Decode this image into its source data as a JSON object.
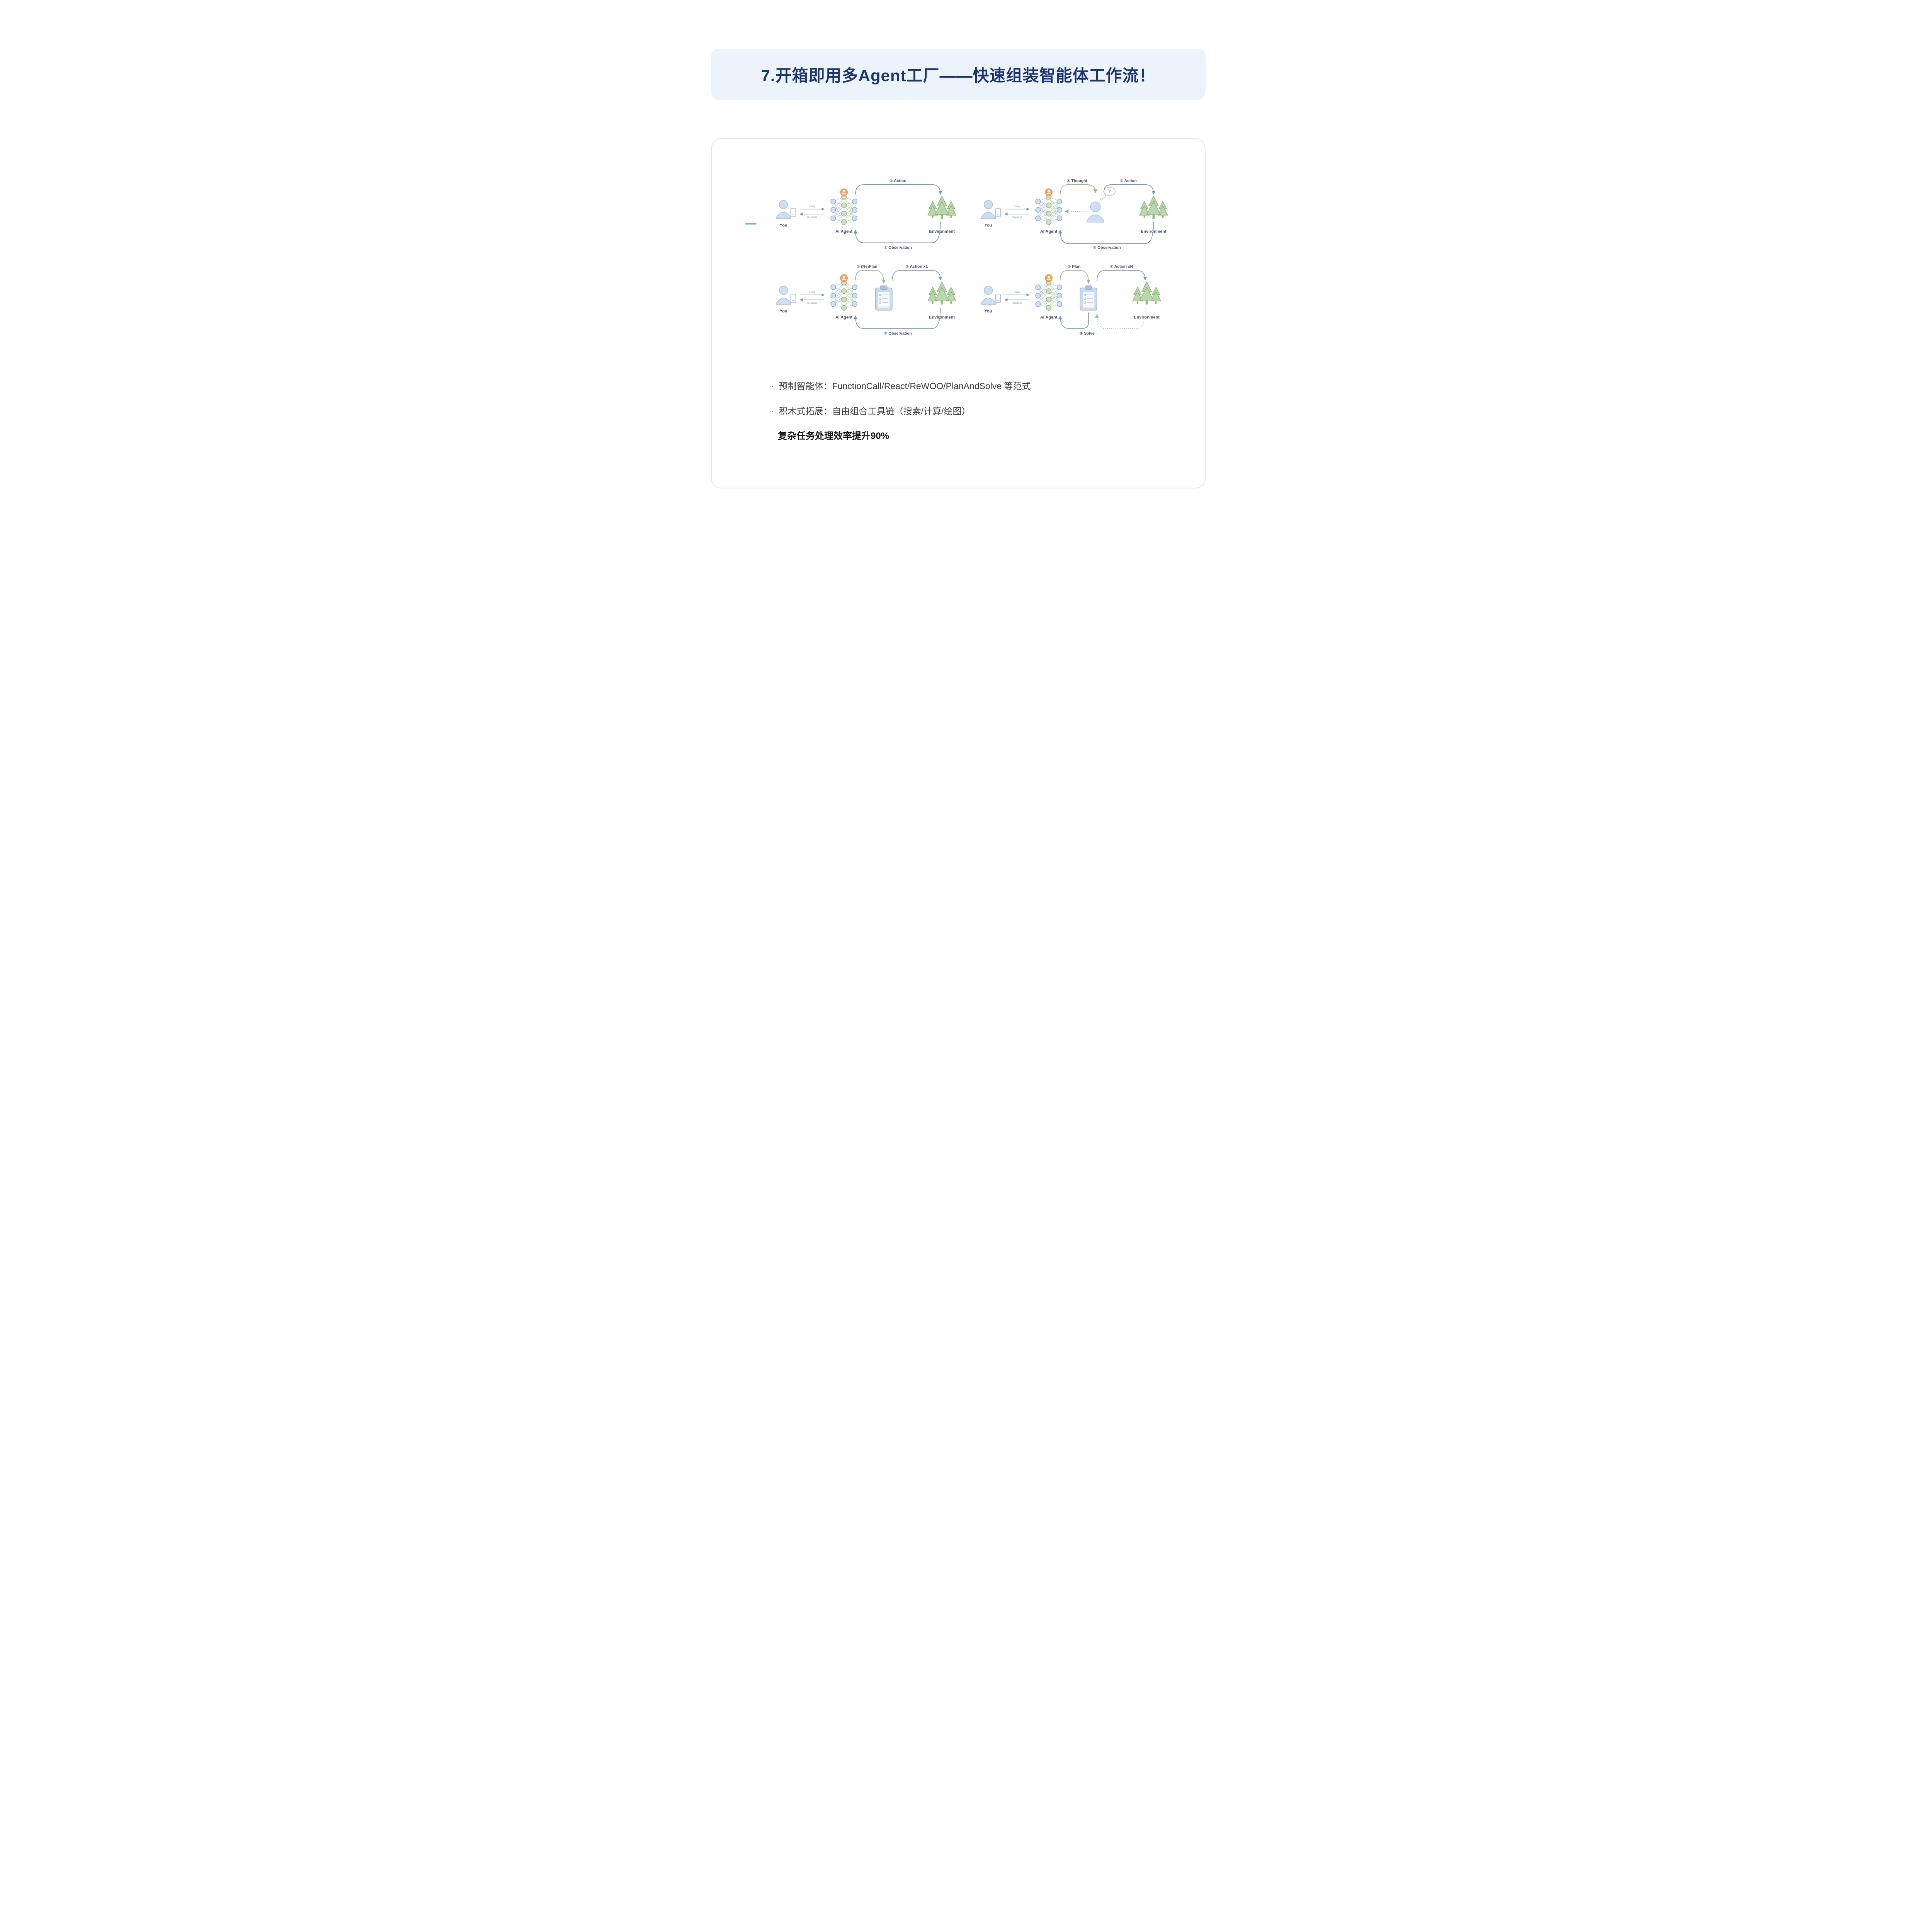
{
  "slide": {
    "title": "7.开箱即用多Agent工厂——快速组装智能体工作流！"
  },
  "diagrams": [
    {
      "you": "You",
      "agent": "AI Agent",
      "env": "Environment",
      "query": "query",
      "response": "response",
      "step1": "① Action",
      "step2": "② Observation"
    },
    {
      "you": "You",
      "agent": "AI Agent",
      "env": "Environment",
      "query": "query",
      "response": "response",
      "step1": "① Thought",
      "step2": "② Action",
      "step3": "③ Observation",
      "thought_mark": "?"
    },
    {
      "you": "You",
      "agent": "AI Agent",
      "env": "Environment",
      "query": "query",
      "response": "response",
      "step1": "① (Re)Plan",
      "step2": "② Action x1",
      "step3": "③ Observation"
    },
    {
      "you": "You",
      "agent": "AI Agent",
      "env": "Environment",
      "query": "query",
      "response": "response",
      "step1": "① Plan",
      "step2": "② Action xN",
      "step3": "③ Solve"
    }
  ],
  "bullets": [
    {
      "marker": "·",
      "text": "预制智能体：FunctionCall/React/ReWOO/PlanAndSolve 等范式"
    },
    {
      "marker": "·",
      "text": "积木式拓展：自由组合工具链（搜索/计算/绘图）"
    }
  ],
  "highlight": "复杂任务处理效率提升90%",
  "colors": {
    "title_text": "#1b3672",
    "title_bg": "#edf3fa",
    "card_border": "#dfe8f2",
    "arrow_slate": "#7d96b8",
    "arrow_green": "#93bd7a",
    "arrow_dotted_blue": "#9fb6d6",
    "node_blue": "#cfe0f4",
    "node_green": "#cde4bf",
    "badge_orange": "#f2a45c",
    "tree_green": "#b9d8a9",
    "person_blue": "#cfdff2",
    "accent_dash": "#59b0e8"
  }
}
